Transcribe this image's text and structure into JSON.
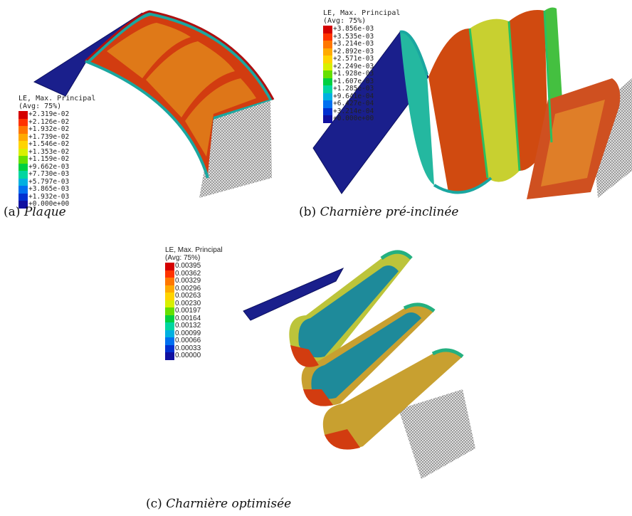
{
  "figure": {
    "panels": [
      {
        "label": "(a)",
        "name": "Plaque",
        "legend": {
          "title": "LE, Max. Principal",
          "subtitle": "(Avg: 75%)",
          "ticks": [
            "+2.319e-02",
            "+2.126e-02",
            "+1.932e-02",
            "+1.739e-02",
            "+1.546e-02",
            "+1.353e-02",
            "+1.159e-02",
            "+9.662e-03",
            "+7.730e-03",
            "+5.797e-03",
            "+3.865e-03",
            "+1.932e-03",
            "+0.000e+00"
          ]
        }
      },
      {
        "label": "(b)",
        "name": "Charnière pré-inclinée",
        "legend": {
          "title": "LE, Max. Principal",
          "subtitle": "(Avg: 75%)",
          "ticks": [
            "+3.856e-03",
            "+3.535e-03",
            "+3.214e-03",
            "+2.892e-03",
            "+2.571e-03",
            "+2.249e-03",
            "+1.928e-03",
            "+1.607e-03",
            "+1.285e-03",
            "+9.641e-04",
            "+6.427e-04",
            "+3.214e-04",
            "+0.000e+00"
          ]
        }
      },
      {
        "label": "(c)",
        "name": "Charnière optimisée",
        "legend": {
          "title": "LE, Max. Principal",
          "subtitle": "(Avg: 75%)",
          "ticks": [
            "0.00395",
            "0.00362",
            "0.00329",
            "0.00296",
            "0.00263",
            "0.00230",
            "0.00197",
            "0.00164",
            "0.00132",
            "0.00099",
            "0.00066",
            "0.00033",
            "0.00000"
          ]
        }
      }
    ],
    "contour_colors": [
      "#d40000",
      "#ff3300",
      "#ff7700",
      "#ffaa00",
      "#ffd400",
      "#d8f000",
      "#66e000",
      "#00d040",
      "#00d6a0",
      "#00b0e0",
      "#0070f0",
      "#0030d0",
      "#1010a0"
    ]
  }
}
